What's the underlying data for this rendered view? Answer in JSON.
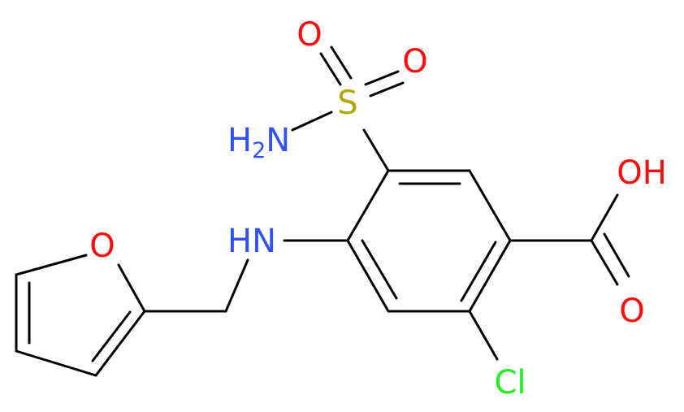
{
  "molecule": {
    "atoms": {
      "sulfonyl_o_top": {
        "text": "O",
        "color": "#ff0d0d"
      },
      "sulfonyl_o_right": {
        "text": "O",
        "color": "#ff0d0d"
      },
      "sulfur": {
        "text": "S",
        "color": "#b2a700"
      },
      "amine_nh2": {
        "text": "H",
        "sub": "2",
        "suffix": "N",
        "color": "#3050f8"
      },
      "hydroxyl": {
        "text": "OH",
        "color": "#ff0d0d"
      },
      "carbonyl_o": {
        "text": "O",
        "color": "#ff0d0d"
      },
      "amine_nh": {
        "text": "HN",
        "color": "#3050f8"
      },
      "furan_o": {
        "text": "O",
        "color": "#ff0d0d"
      },
      "chlorine": {
        "text": "Cl",
        "color": "#1ff01f"
      }
    },
    "bond_color": "#000000"
  }
}
